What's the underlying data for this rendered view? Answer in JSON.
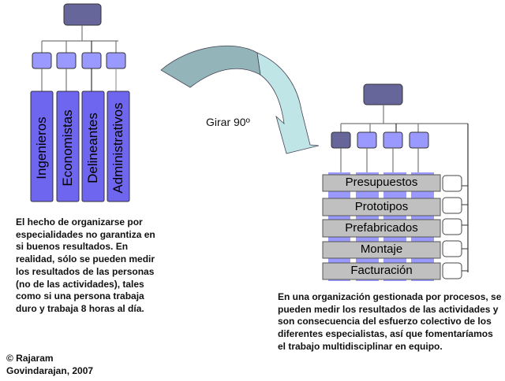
{
  "colors": {
    "top_box": "#66669a",
    "mid_box": "#9999ff",
    "column": "#6f66f0",
    "process_bar": "#c0c0c0",
    "arrow_dark": "#93b4b9",
    "arrow_light": "#bfe5e6",
    "line": "#777777"
  },
  "left_diagram": {
    "columns": [
      "Ingenieros",
      "Economistas",
      "Delineantes",
      "Administrativos"
    ]
  },
  "rotate_label": "Girar 90º",
  "right_diagram": {
    "processes": [
      "Presupuestos",
      "Prototipos",
      "Prefabricados",
      "Montaje",
      "Facturación"
    ]
  },
  "left_text": "El hecho de organizarse por especialidades no garantiza en si buenos resultados. En realidad, sólo se pueden medir los resultados de las personas (no de las actividades), tales como si una persona trabaja duro y trabaja 8 horas al día.",
  "right_text": "En una organización gestionada por procesos, se pueden medir los resultados de las actividades y son consecuencia del esfuerzo colectivo de los diferentes especialistas, así que fomentaríamos el trabajo multidisciplinar en equipo.",
  "credit": {
    "line1": "© Rajaram",
    "line2": "Govindarajan, 2007"
  }
}
